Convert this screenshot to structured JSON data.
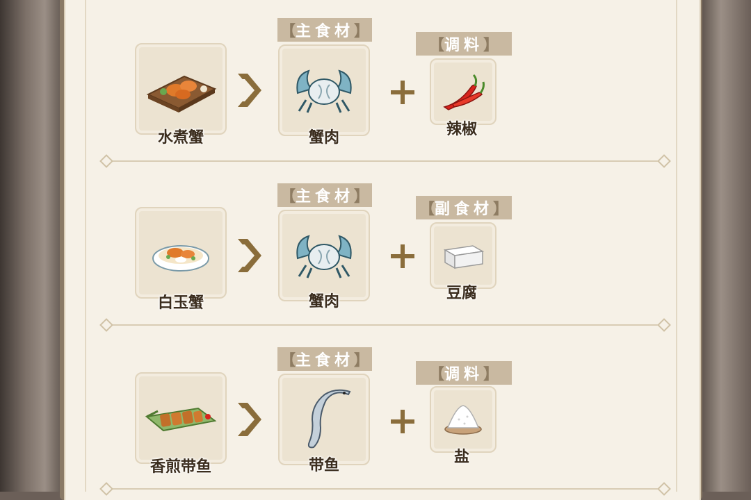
{
  "recipes": [
    {
      "dish": {
        "name": "水煮蟹",
        "icon": "boiled-crab-icon"
      },
      "main_label": "主食材",
      "main": {
        "name": "蟹肉",
        "icon": "crab-meat-icon"
      },
      "side_label": "调料",
      "side": {
        "name": "辣椒",
        "icon": "chili-pepper-icon"
      }
    },
    {
      "dish": {
        "name": "白玉蟹",
        "icon": "white-jade-crab-icon"
      },
      "main_label": "主食材",
      "main": {
        "name": "蟹肉",
        "icon": "crab-meat-icon"
      },
      "side_label": "副食材",
      "side": {
        "name": "豆腐",
        "icon": "tofu-icon"
      }
    },
    {
      "dish": {
        "name": "香煎带鱼",
        "icon": "fried-hairtail-icon"
      },
      "main_label": "主食材",
      "main": {
        "name": "带鱼",
        "icon": "hairtail-fish-icon"
      },
      "side_label": "调料",
      "side": {
        "name": "盐",
        "icon": "salt-icon"
      }
    }
  ],
  "colors": {
    "panel": "#f6f1e7",
    "tag": "#c9b9a1",
    "text": "#3b2d1e",
    "accent": "#8a6d3b"
  }
}
